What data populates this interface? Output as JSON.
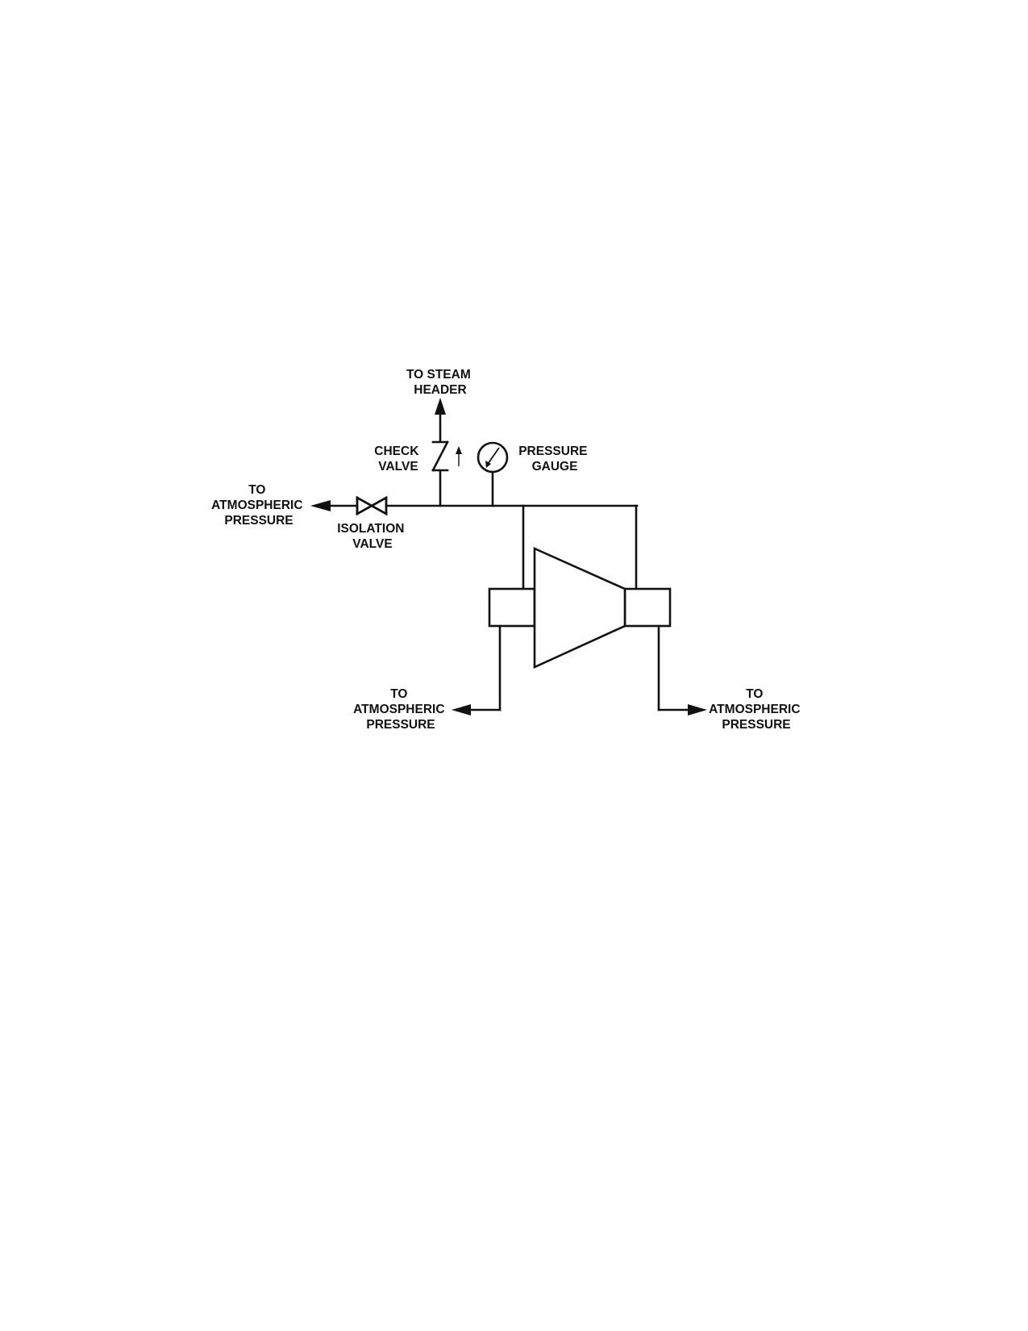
{
  "labels": {
    "to_steam_header": [
      "TO STEAM",
      "HEADER"
    ],
    "check_valve": [
      "CHECK",
      "VALVE"
    ],
    "pressure_gauge": [
      "PRESSURE",
      "GAUGE"
    ],
    "isolation_valve": [
      "ISOLATION",
      "VALVE"
    ],
    "left_vent": [
      "TO",
      "ATMOSPHERIC",
      "PRESSURE"
    ],
    "bottom_left_vent": [
      "TO",
      "ATMOSPHERIC",
      "PRESSURE"
    ],
    "bottom_right_vent": [
      "TO",
      "ATMOSPHERIC",
      "PRESSURE"
    ]
  },
  "colors": {
    "line": "#111111",
    "background": "#ffffff"
  },
  "icons": {
    "check_valve": "check-valve-icon",
    "pressure_gauge": "pressure-gauge-icon",
    "isolation_valve": "gate-valve-icon",
    "turbine": "turbine-icon"
  }
}
